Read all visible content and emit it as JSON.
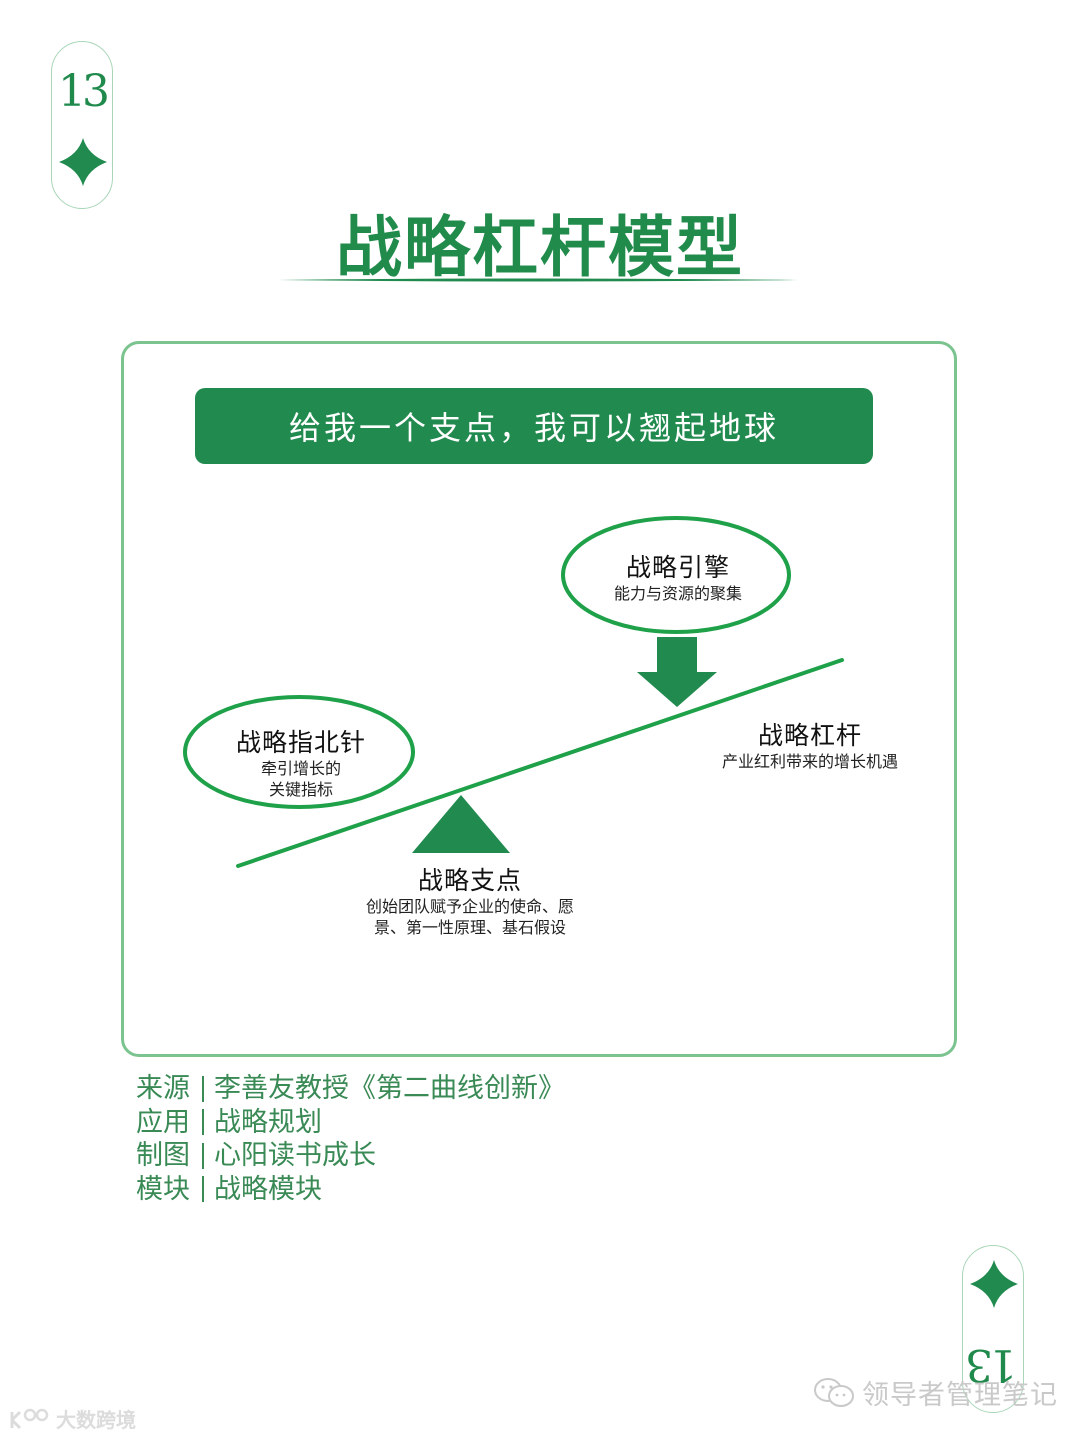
{
  "page": {
    "number_top": "13",
    "number_bottom": "13",
    "title": "战略杠杆模型",
    "banner": "给我一个支点，我可以翘起地球"
  },
  "diagram": {
    "engine": {
      "title": "战略引擎",
      "desc": "能力与资源的聚集"
    },
    "compass": {
      "title": "战略指北针",
      "desc_line1": "牵引增长的",
      "desc_line2": "关键指标"
    },
    "lever": {
      "title": "战略杠杆",
      "desc": "产业红利带来的增长机遇"
    },
    "fulcrum": {
      "title": "战略支点",
      "desc_line1": "创始团队赋予企业的使命、愿",
      "desc_line2": "景、第一性原理、基石假设"
    }
  },
  "info": [
    {
      "key": "来源",
      "value": "李善友教授《第二曲线创新》"
    },
    {
      "key": "应用",
      "value": "战略规划"
    },
    {
      "key": "制图",
      "value": "心阳读书成长"
    },
    {
      "key": "模块",
      "value": "战略模块"
    }
  ],
  "watermarks": {
    "right": {
      "icon": "wechat-icon",
      "text": "领导者管理笔记"
    },
    "left": {
      "icon": "logo-icon",
      "text": "大数跨境"
    }
  },
  "colors": {
    "primary_green": "#218b4f",
    "line_green": "#1fa14a",
    "frame_green": "#7bc38f",
    "info_green": "#3a8a56"
  }
}
